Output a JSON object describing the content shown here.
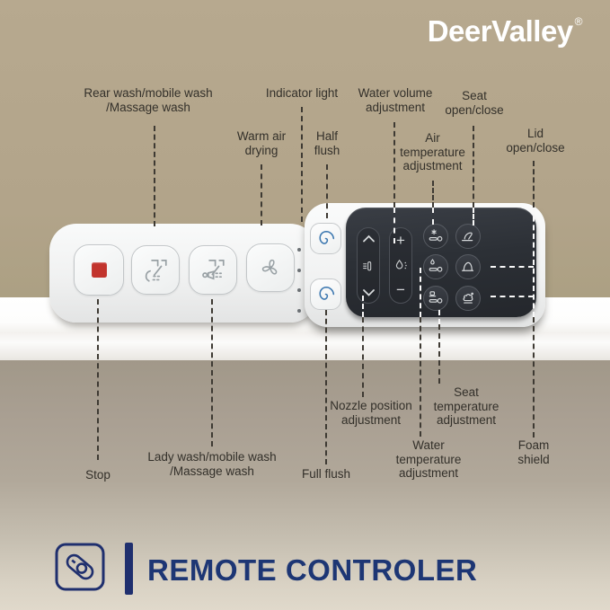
{
  "brand": {
    "name": "DeerValley",
    "registered": "®",
    "color": "#ffffff"
  },
  "callouts": {
    "rear_wash": "Rear wash/mobile wash\n/Massage wash",
    "indicator_light": "Indicator light",
    "warm_air": "Warm air\ndrying",
    "half_flush": "Half\nflush",
    "water_volume": "Water volume\nadjustment",
    "air_temperature": "Air\ntemperature\nadjustment",
    "seat_open": "Seat\nopen/close",
    "lid_open": "Lid\nopen/close",
    "stop": "Stop",
    "lady_wash": "Lady wash/mobile wash\n/Massage wash",
    "full_flush": "Full flush",
    "nozzle_position": "Nozzle position\nadjustment",
    "water_temperature": "Water\ntemperature\nadjustment",
    "seat_temperature": "Seat\ntemperature\nadjustment",
    "foam_shield": "Foam\nshield"
  },
  "remote": {
    "volume_plus": "+",
    "volume_minus": "−",
    "indicator_led_count": 4,
    "buttons": [
      "stop",
      "rear-wash",
      "lady-wash",
      "warm-air-dry",
      "half-flush",
      "full-flush",
      "nozzle-position-rocker",
      "water-volume-rocker",
      "air-temperature",
      "water-temperature",
      "seat-temperature",
      "seat-open-close",
      "lid-open-close",
      "foam-shield"
    ],
    "icons": [
      "stop-square-icon",
      "rear-wash-icon",
      "lady-wash-icon",
      "fan-icon",
      "spiral-icon",
      "chevron-up-icon",
      "chevron-down-icon",
      "nozzle-icon",
      "water-drop-icon",
      "air-thermo-icon",
      "water-thermo-icon",
      "seat-thermo-icon",
      "seat-open-icon",
      "lid-closed-icon",
      "foam-icon",
      "remote-icon"
    ],
    "colors": {
      "body": "#f3f4f4",
      "panel": "#2c3036",
      "stop_red": "#c2342d",
      "flush_blue": "#3d78b0"
    }
  },
  "footer": {
    "title": "REMOTE CONTROLER",
    "accent": "#1d3674"
  },
  "background": {
    "wall": "#b3a58b",
    "shelf": "#fbfbfa",
    "lower_top": "#a19889",
    "lower_bottom": "#ddd6c8"
  }
}
